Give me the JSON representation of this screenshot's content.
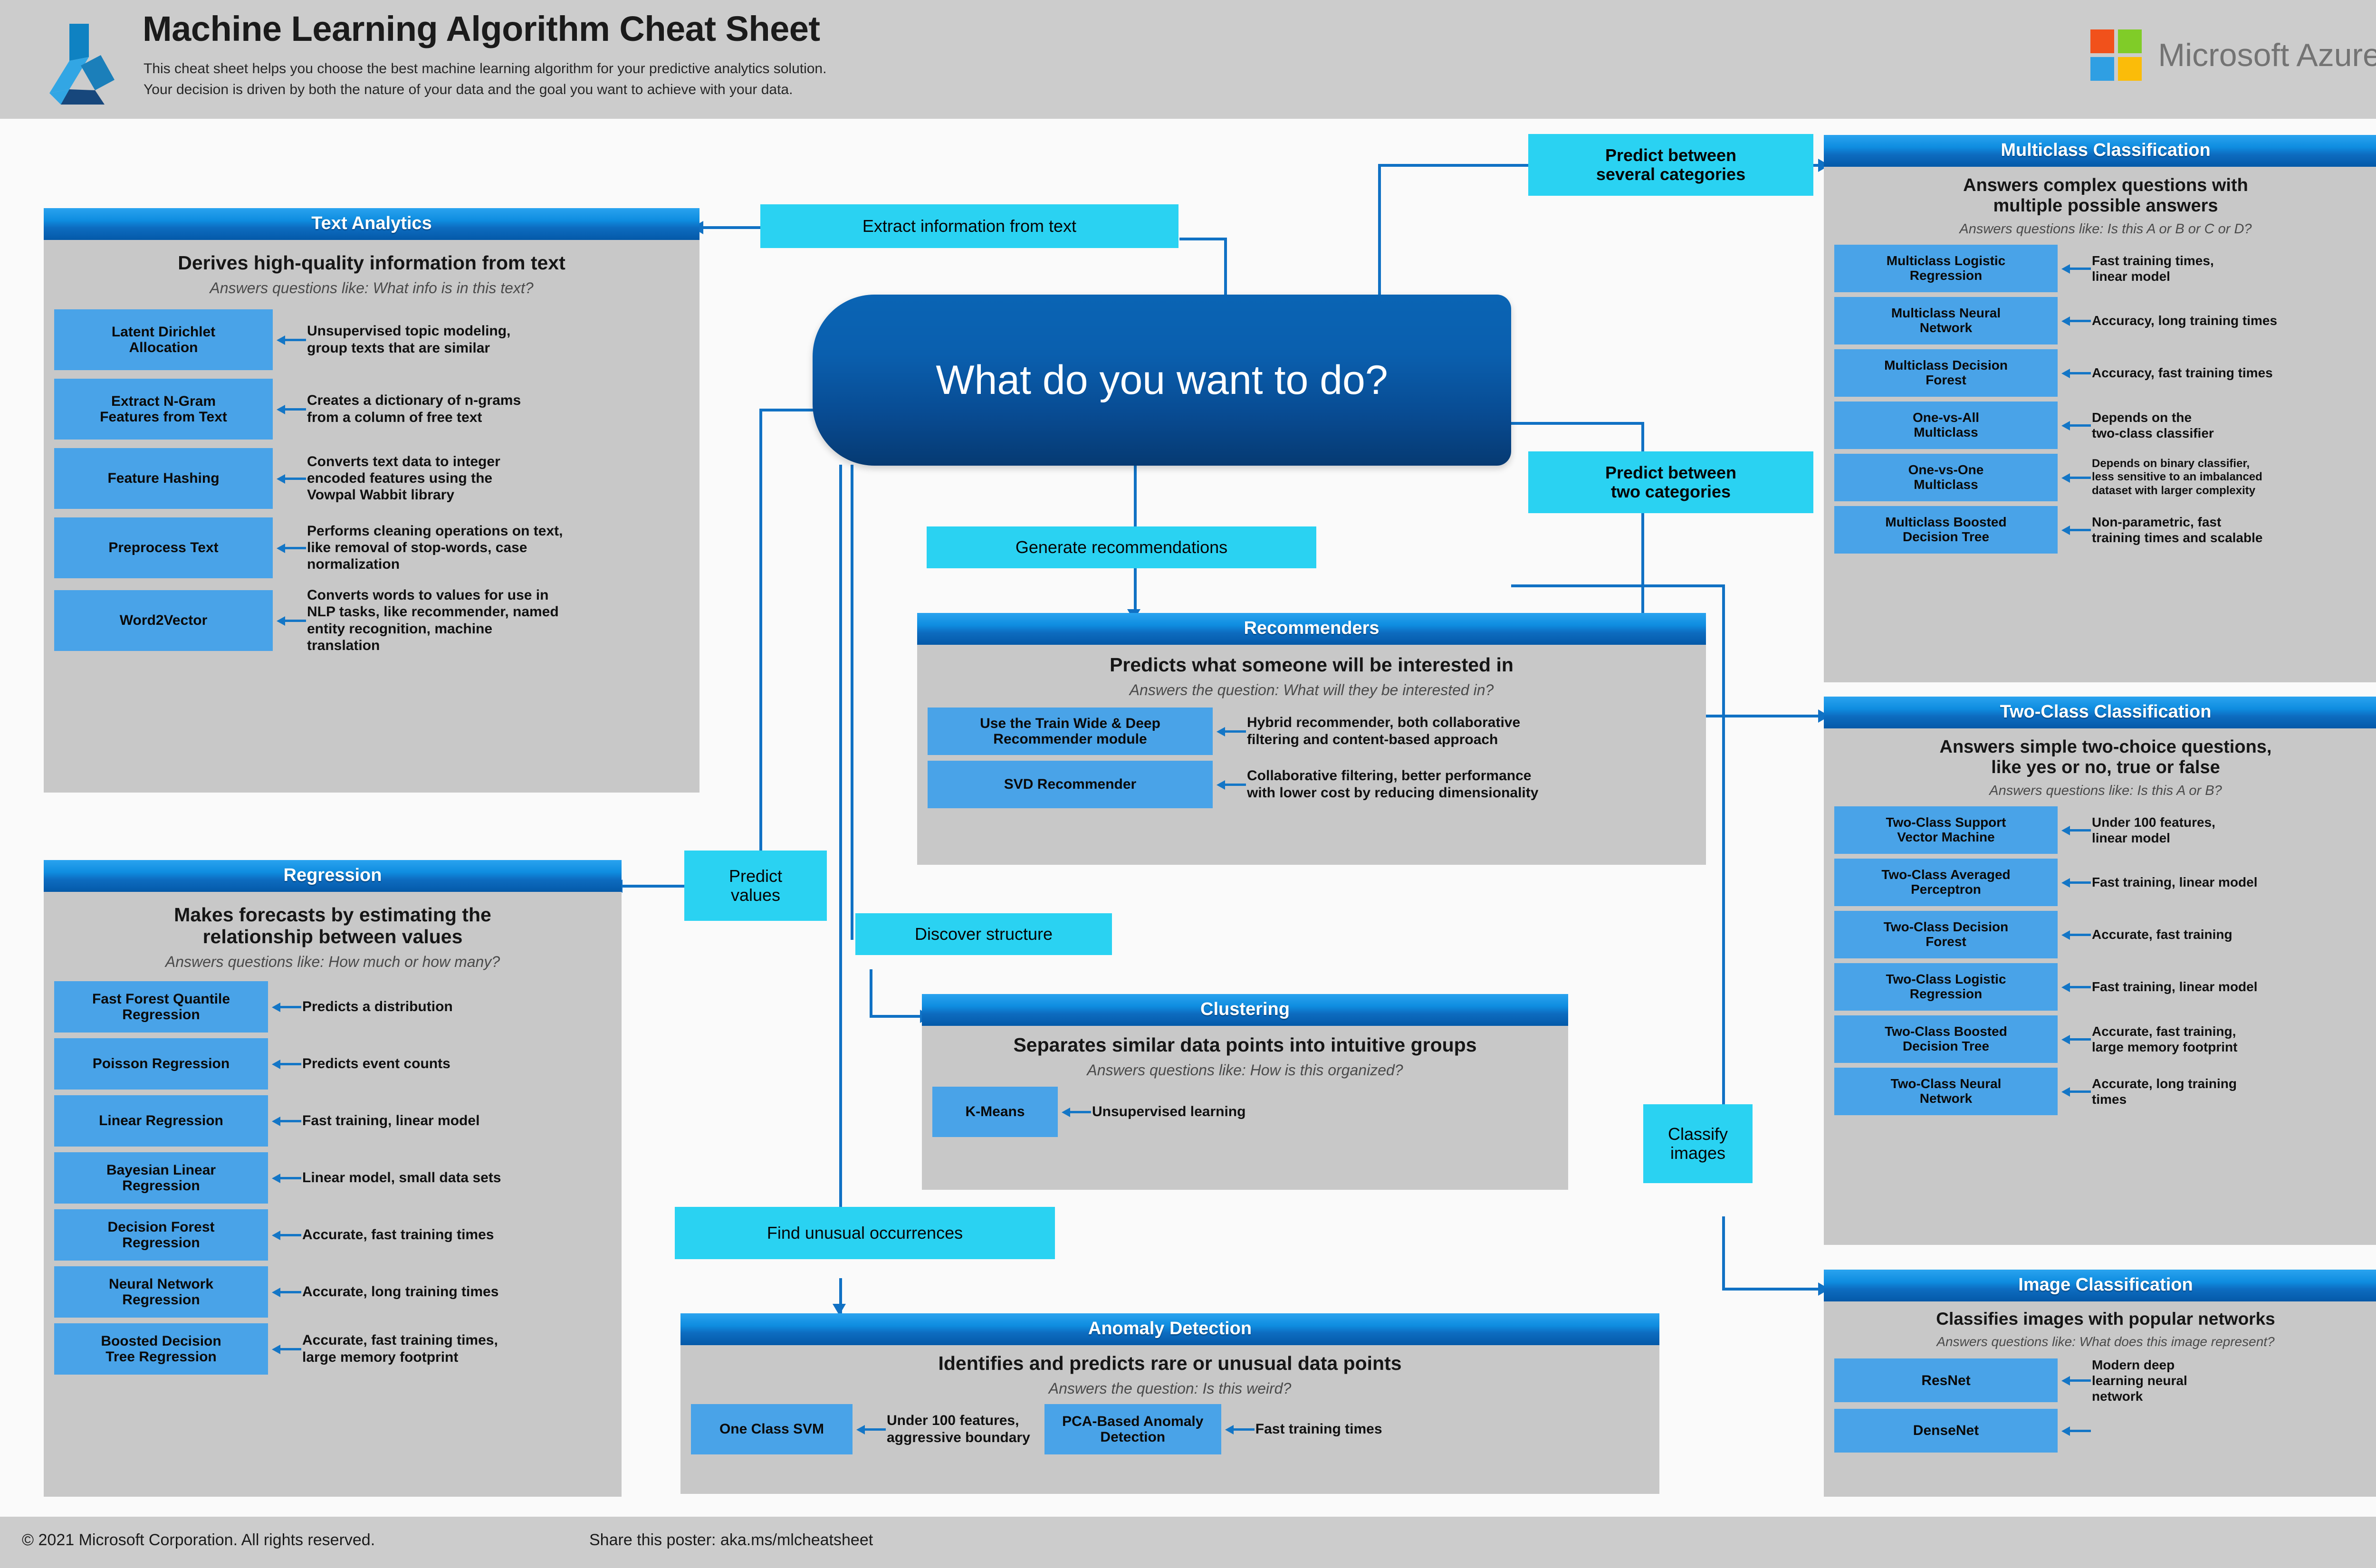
{
  "header": {
    "title": "Machine Learning Algorithm Cheat Sheet",
    "subtitle_line1": "This cheat sheet helps you choose the best machine learning algorithm for your predictive analytics solution.",
    "subtitle_line2": "Your decision is driven by both the nature of your data and the goal you want to achieve with your data.",
    "brand": "Microsoft Azure"
  },
  "center": {
    "question": "What do you want to do?"
  },
  "connectors": {
    "extract_information": "Extract information from text",
    "predict_several": "Predict between\nseveral categories",
    "predict_two": "Predict between\ntwo categories",
    "generate_recommendations": "Generate recommendations",
    "predict_values": "Predict\nvalues",
    "discover_structure": "Discover structure",
    "find_unusual": "Find unusual occurrences",
    "classify_images": "Classify\nimages"
  },
  "panels": {
    "text_analytics": {
      "title": "Text Analytics",
      "lead": "Derives high-quality information from text",
      "question": "Answers questions like: What info is in this text?",
      "rows": [
        {
          "algorithm": "Latent Dirichlet\nAllocation",
          "description": "Unsupervised topic modeling,\ngroup texts that are similar"
        },
        {
          "algorithm": "Extract N-Gram\nFeatures from Text",
          "description": "Creates a dictionary of n-grams\nfrom a column of free text"
        },
        {
          "algorithm": "Feature Hashing",
          "description": "Converts text data to integer\nencoded features using the\nVowpal Wabbit library"
        },
        {
          "algorithm": "Preprocess Text",
          "description": "Performs cleaning operations on text,\nlike removal of stop-words, case\nnormalization"
        },
        {
          "algorithm": "Word2Vector",
          "description": "Converts words to values for use in\nNLP tasks, like recommender, named\nentity recognition, machine\ntranslation"
        }
      ]
    },
    "regression": {
      "title": "Regression",
      "lead": "Makes forecasts by estimating the\nrelationship between values",
      "question": "Answers questions like: How much or how many?",
      "rows": [
        {
          "algorithm": "Fast Forest Quantile\nRegression",
          "description": "Predicts a distribution"
        },
        {
          "algorithm": "Poisson Regression",
          "description": "Predicts event counts"
        },
        {
          "algorithm": "Linear Regression",
          "description": "Fast training, linear model"
        },
        {
          "algorithm": "Bayesian Linear\nRegression",
          "description": "Linear model, small data sets"
        },
        {
          "algorithm": "Decision Forest\nRegression",
          "description": "Accurate, fast training times"
        },
        {
          "algorithm": "Neural Network\nRegression",
          "description": "Accurate, long training times"
        },
        {
          "algorithm": "Boosted Decision\nTree Regression",
          "description": "Accurate, fast training times,\nlarge memory footprint"
        }
      ]
    },
    "recommenders": {
      "title": "Recommenders",
      "lead": "Predicts what someone will be interested in",
      "question": "Answers the question: What will they be interested in?",
      "rows": [
        {
          "algorithm": "Use the Train Wide & Deep\nRecommender module",
          "description": "Hybrid recommender, both collaborative\nfiltering and content-based approach"
        },
        {
          "algorithm": "SVD Recommender",
          "description": "Collaborative filtering, better performance\nwith lower cost by reducing dimensionality"
        }
      ]
    },
    "clustering": {
      "title": "Clustering",
      "lead": "Separates similar data points into intuitive groups",
      "question": "Answers questions like: How is this organized?",
      "rows": [
        {
          "algorithm": "K-Means",
          "description": "Unsupervised learning"
        }
      ]
    },
    "anomaly_detection": {
      "title": "Anomaly Detection",
      "lead": "Identifies and predicts rare or unusual data points",
      "question": "Answers the question: Is this weird?",
      "rows": [
        {
          "algorithm": "One Class SVM",
          "description": "Under 100 features,\naggressive boundary"
        },
        {
          "algorithm": "PCA-Based Anomaly\nDetection",
          "description": "Fast training times"
        }
      ]
    },
    "multiclass_classification": {
      "title": "Multiclass Classification",
      "lead": "Answers complex questions with\nmultiple possible answers",
      "question": "Answers questions like: Is this A or B or C or D?",
      "rows": [
        {
          "algorithm": "Multiclass Logistic\nRegression",
          "description": "Fast training times,\nlinear model"
        },
        {
          "algorithm": "Multiclass Neural\nNetwork",
          "description": "Accuracy, long training times"
        },
        {
          "algorithm": "Multiclass Decision\nForest",
          "description": "Accuracy, fast training times"
        },
        {
          "algorithm": "One-vs-All\nMulticlass",
          "description": "Depends on the\ntwo-class classifier"
        },
        {
          "algorithm": "One-vs-One\nMulticlass",
          "description": "Depends on binary classifier,\nless sensitive to an imbalanced\ndataset with larger complexity"
        },
        {
          "algorithm": "Multiclass Boosted\nDecision Tree",
          "description": "Non-parametric, fast\ntraining times and scalable"
        }
      ]
    },
    "two_class_classification": {
      "title": "Two-Class Classification",
      "lead": "Answers simple two-choice questions,\nlike yes or no, true or false",
      "question": "Answers questions like: Is this A or B?",
      "rows": [
        {
          "algorithm": "Two-Class Support\nVector Machine",
          "description": "Under 100 features,\nlinear model"
        },
        {
          "algorithm": "Two-Class Averaged\nPerceptron",
          "description": "Fast training, linear model"
        },
        {
          "algorithm": "Two-Class Decision\nForest",
          "description": "Accurate, fast training"
        },
        {
          "algorithm": "Two-Class Logistic\nRegression",
          "description": "Fast training, linear model"
        },
        {
          "algorithm": "Two-Class Boosted\nDecision Tree",
          "description": "Accurate, fast training,\nlarge memory footprint"
        },
        {
          "algorithm": "Two-Class Neural\nNetwork",
          "description": "Accurate, long training\ntimes"
        }
      ]
    },
    "image_classification": {
      "title": "Image Classification",
      "lead": "Classifies images with popular networks",
      "question": "Answers questions like: What does this image represent?",
      "rows": [
        {
          "algorithm": "ResNet",
          "description": "Modern deep\nlearning neural\nnetwork"
        },
        {
          "algorithm": "DenseNet",
          "description": ""
        }
      ]
    }
  },
  "footer": {
    "copyright": "© 2021 Microsoft Corporation. All rights reserved.",
    "share": "Share this poster: aka.ms/mlcheatsheet"
  },
  "colors": {
    "panel_bg": "#c8c8c8",
    "panel_header_blue": "#0d6cc0",
    "algorithm_blue": "#49a3e8",
    "connector_cyan": "#2ad2f2",
    "line_blue": "#1071c4",
    "center_node_blue": "#084b92",
    "header_gray": "#cccccc"
  }
}
